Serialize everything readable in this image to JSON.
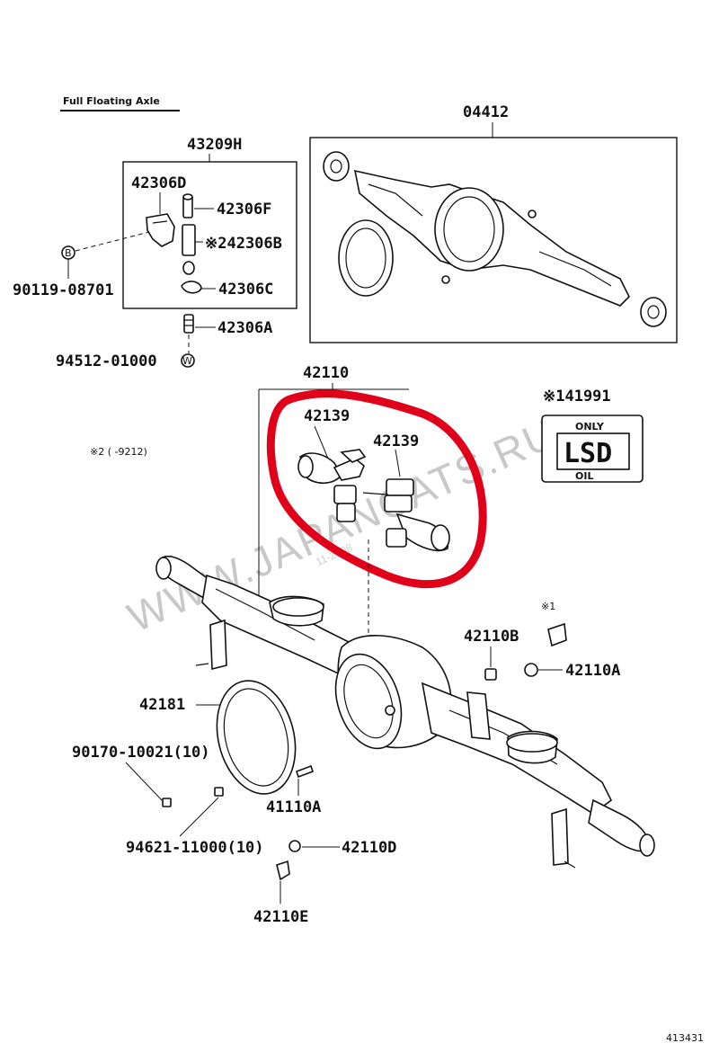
{
  "title": "Full Floating Axle",
  "footer_code": "413431",
  "watermark": "WWW.JAPANCATS.RU",
  "watermark_small": "11-2008",
  "colors": {
    "highlight": "#e0001a",
    "ink": "#111111",
    "watermark": "#c8c8c8"
  },
  "labels": {
    "p04412": "04412",
    "p43209h": "43209H",
    "p42306d": "42306D",
    "p42306f": "42306F",
    "p42306b": "※242306B",
    "p42306c": "42306C",
    "p42306a": "42306A",
    "p90119": "90119-08701",
    "p94512": "94512-01000",
    "p42110": "42110",
    "p42139a": "42139",
    "p42139b": "42139",
    "p41991": "※141991",
    "note2": "※2 (    -9212)",
    "note1": "※1",
    "p42110b": "42110B",
    "p42110a": "42110A",
    "p42181": "42181",
    "p90170": "90170-10021(10)",
    "p41110a": "41110A",
    "p94621": "94621-11000(10)",
    "p42110d": "42110D",
    "p42110e": "42110E"
  },
  "lsd_plate": {
    "top": "ONLY",
    "main": "LSD",
    "bottom": "OIL"
  },
  "washer_marks": {
    "b": "B",
    "w": "W"
  }
}
